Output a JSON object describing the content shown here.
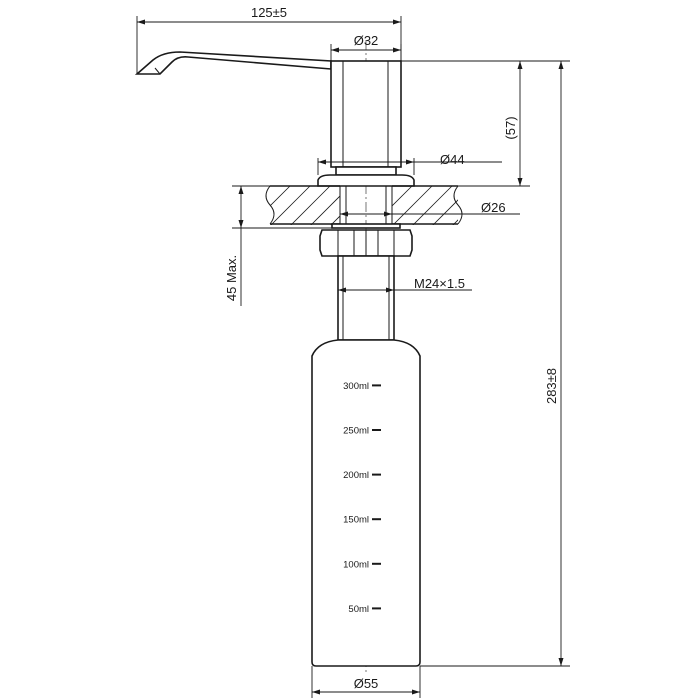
{
  "dimensions": {
    "spout_reach": "125±5",
    "head_diameter": "Ø32",
    "head_height": "(57)",
    "flange_diameter": "Ø44",
    "hole_diameter": "Ø26",
    "max_thickness": "45 Max.",
    "thread": "M24×1.5",
    "total_height": "283±8",
    "bottle_diameter": "Ø55"
  },
  "bottle_scale": [
    {
      "label": "300ml",
      "level": 300
    },
    {
      "label": "250ml",
      "level": 250
    },
    {
      "label": "200ml",
      "level": 200
    },
    {
      "label": "150ml",
      "level": 150
    },
    {
      "label": "100ml",
      "level": 100
    },
    {
      "label": "50ml",
      "level": 50
    }
  ]
}
